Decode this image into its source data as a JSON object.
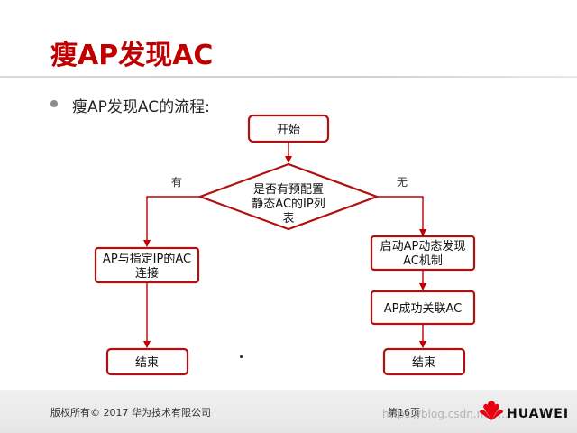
{
  "slide": {
    "title": "瘦AP发现AC",
    "bullet": "瘦AP发现AC的流程:"
  },
  "flowchart": {
    "nodes": {
      "start": "开始",
      "decision_lines": [
        "是否有预配置",
        "静态AC的IP列",
        "表"
      ],
      "connect_lines": [
        "AP与指定IP的AC",
        "连接"
      ],
      "dynamic_lines": [
        "启动AP动态发现",
        "AC机制"
      ],
      "success": "AP成功关联AC",
      "end_left": "结束",
      "end_right": "结束"
    },
    "edge_labels": {
      "yes": "有",
      "no": "无"
    }
  },
  "footer": {
    "copyright": "版权所有© 2017 华为技术有限公司",
    "page": "第16页",
    "logo": "HUAWEI",
    "watermark": "https://blog.csdn.net/..."
  },
  "colors": {
    "accent": "#c00000",
    "box_border": "#b01010"
  }
}
